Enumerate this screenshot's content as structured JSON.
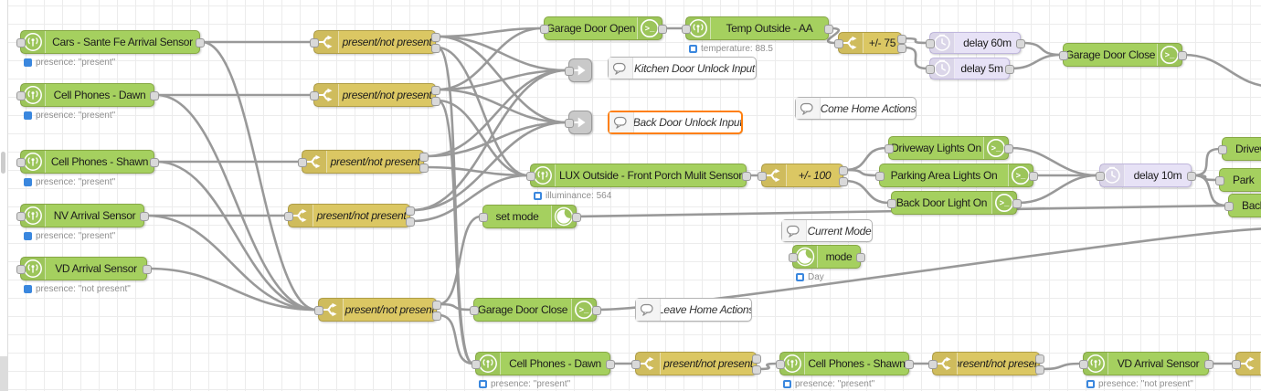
{
  "app": "node-red-flow-editor",
  "colors": {
    "ha_green": "#a5d05f",
    "ha_green_border": "#87a845",
    "switch_yellow": "#dbc763",
    "switch_yellow_border": "#b09e47",
    "delay_lavender": "#e7e2f6",
    "delay_lavender_border": "#c0b7dd",
    "link_gray": "#c9c9c9",
    "selected_orange": "#ff7f0e",
    "status_blue": "#3a87de",
    "wire_gray": "#999999"
  },
  "nodes": {
    "cars": {
      "label": "Cars - Sante Fe Arrival Sensor",
      "status": "presence: \"present\"",
      "icon": "wifi-icon"
    },
    "dawn": {
      "label": "Cell Phones - Dawn",
      "status": "presence: \"present\"",
      "icon": "wifi-icon"
    },
    "shawn": {
      "label": "Cell Phones - Shawn",
      "status": "presence: \"present\"",
      "icon": "wifi-icon"
    },
    "nv": {
      "label": "NV Arrival Sensor",
      "status": "presence: \"present\"",
      "icon": "wifi-icon"
    },
    "vd": {
      "label": "VD Arrival Sensor",
      "status": "presence: \"not present\"",
      "icon": "wifi-icon"
    },
    "sw1": {
      "label": "present/not present",
      "icon": "switch-icon"
    },
    "sw2": {
      "label": "present/not present",
      "icon": "switch-icon"
    },
    "sw3": {
      "label": "present/not present",
      "icon": "switch-icon"
    },
    "sw4": {
      "label": "present/not present",
      "icon": "switch-icon"
    },
    "sw5": {
      "label": "present/not present",
      "icon": "switch-icon"
    },
    "gdo": {
      "label": "Garage Door Open",
      "icon": "service-icon"
    },
    "temp": {
      "label": "Temp Outside - AA",
      "status": "temperature: 88.5",
      "icon": "wifi-icon"
    },
    "sw75": {
      "label": "+/- 75",
      "icon": "switch-icon"
    },
    "d60": {
      "label": "delay 60m",
      "icon": "clock-icon"
    },
    "d5": {
      "label": "delay 5m",
      "icon": "clock-icon"
    },
    "gdct": {
      "label": "Garage Door Close",
      "icon": "service-icon"
    },
    "la": {
      "label": "",
      "icon": "link-out-icon"
    },
    "lb": {
      "label": "",
      "icon": "link-out-icon"
    },
    "ck": {
      "label": "Kitchen Door Unlock Input",
      "icon": "comment-icon"
    },
    "cb": {
      "label": "Back Door Unlock Input",
      "icon": "comment-icon",
      "selected": true
    },
    "cc": {
      "label": "Come Home Actions",
      "icon": "comment-icon"
    },
    "lux": {
      "label": "LUX Outside - Front Porch Mulit Sensor",
      "status": "illuminance: 564",
      "icon": "wifi-icon"
    },
    "sw100": {
      "label": "+/- 100",
      "icon": "switch-icon"
    },
    "dwon": {
      "label": "Driveway Lights On",
      "icon": "service-icon"
    },
    "pkon": {
      "label": "Parking Area Lights On",
      "icon": "service-icon"
    },
    "bdon": {
      "label": "Back Door Light On",
      "icon": "service-icon"
    },
    "d10": {
      "label": "delay 10m",
      "icon": "clock-icon"
    },
    "dwoff": {
      "label": "Drivew"
    },
    "pkoff": {
      "label": "Park"
    },
    "bdoff": {
      "label": "Back"
    },
    "setmode": {
      "label": "set mode",
      "icon": "moon-icon"
    },
    "ccur": {
      "label": "Current Mode",
      "icon": "comment-icon"
    },
    "mode": {
      "label": "mode",
      "status": "Day",
      "icon": "moon-icon"
    },
    "gdcb": {
      "label": "Garage Door Close",
      "icon": "service-icon"
    },
    "cleave": {
      "label": "Leave Home Actions",
      "icon": "comment-icon"
    },
    "dawnb": {
      "label": "Cell Phones - Dawn",
      "status": "presence: \"present\"",
      "icon": "wifi-icon"
    },
    "sw6": {
      "label": "present/not present",
      "icon": "switch-icon"
    },
    "shawnb": {
      "label": "Cell Phones - Shawn",
      "status": "presence: \"present\"",
      "icon": "wifi-icon"
    },
    "sw7": {
      "label": "present/not present",
      "icon": "switch-icon"
    },
    "vdb": {
      "label": "VD Arrival Sensor",
      "status": "presence: \"not present\"",
      "icon": "wifi-icon"
    },
    "sw8": {
      "label": "",
      "icon": "switch-icon"
    }
  }
}
